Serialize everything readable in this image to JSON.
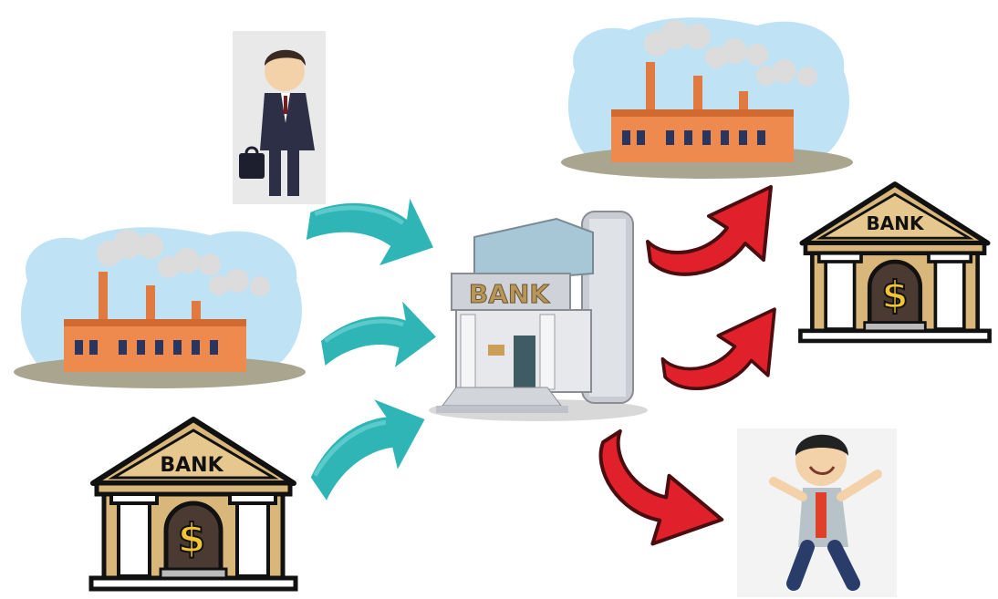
{
  "nodes": {
    "central_bank": {
      "label": "BANK"
    },
    "source_bank": {
      "label": "BANK",
      "symbol": "$"
    },
    "dest_bank": {
      "label": "BANK",
      "symbol": "$"
    }
  },
  "colors": {
    "inflow_arrow": "#2fb5b5",
    "outflow_arrow": "#e0202a",
    "sky": "#bfe3f5",
    "factory": "#ef8a4e",
    "bank_fill": "#d9b77a"
  }
}
